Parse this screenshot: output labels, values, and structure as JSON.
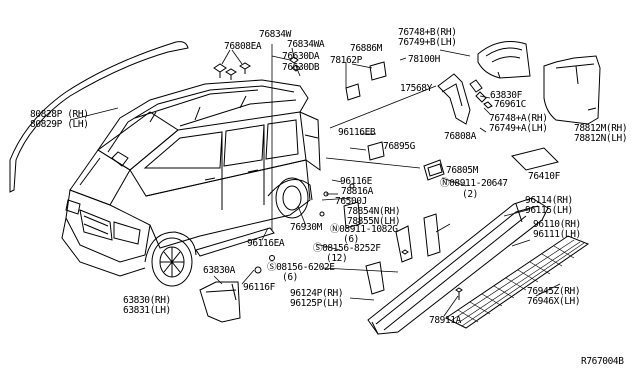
{
  "labels": {
    "p80828p": "80828P (RH)",
    "p80829p": "80829P (LH)",
    "p76808ea": "76808EA",
    "p76834w": "76834W",
    "p76834wa": "76834WA",
    "p76630da": "76630DA",
    "p76630db": "76630DB",
    "p76886m": "76886M",
    "p78162p": "78162P",
    "p78100h": "78100H",
    "p76748b": "76748+B(RH)",
    "p76749b": "76749+B(LH)",
    "p17568y": "17568Y",
    "p63830f": "63830F",
    "p76961c": "76961C",
    "p76748a": "76748+A(RH)",
    "p76749a": "76749+A(LH)",
    "p78812m": "78812M(RH)",
    "p78812n": "78812N(LH)",
    "p96116eb": "96116EB",
    "p76808a": "76808A",
    "p76895g": "76895G",
    "p76805m": "76805M",
    "p76410f": "76410F",
    "p96116e": "96116E",
    "p0891120647": "Ⓝ08911-20647",
    "p0891120647_qty": "(2)",
    "p78816a": "78816A",
    "p76500j": "76500J",
    "p96114": "96114(RH)",
    "p96115": "96115(LH)",
    "p78854n": "78854N(RH)",
    "p78855n": "78855N(LH)",
    "p76930m": "76930M",
    "p089111082g": "Ⓝ08911-1082G",
    "p089111082g_qty": "(6)",
    "p96110": "96110(RH)",
    "p96111": "96111(LH)",
    "p96116ea": "96116EA",
    "p081568252f": "Ⓢ08156-8252F",
    "p081568252f_qty": "(12)",
    "p96116f": "96116F",
    "p081566202e": "Ⓢ08156-6202E",
    "p081566202e_qty": "(6)",
    "p63830a": "63830A",
    "p63830": "63830(RH)",
    "p63831": "63831(LH)",
    "p96124p": "96124P(RH)",
    "p96125p": "96125P(LH)",
    "p76945z": "76945Z(RH)",
    "p76946x": "76946X(LH)",
    "p78911a": "78911A",
    "reference": "R767004B"
  }
}
